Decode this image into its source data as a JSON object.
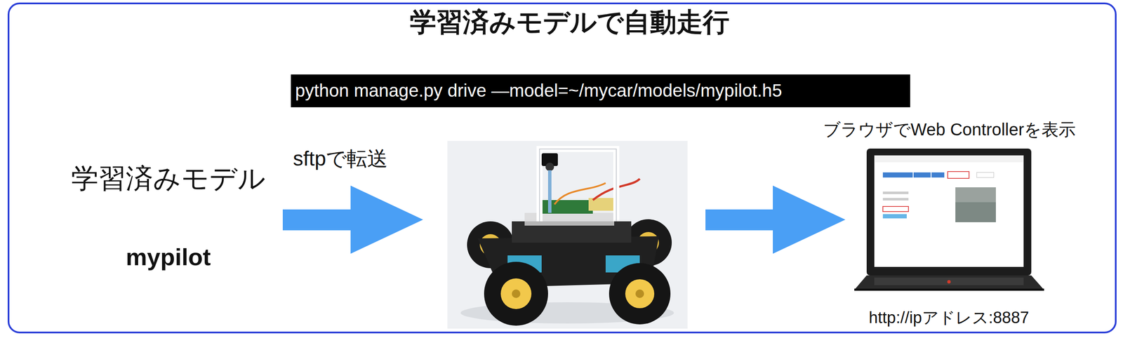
{
  "diagram": {
    "title": "学習済みモデルで自動走行",
    "nodes": [
      {
        "text": [
          "python manage.py drive —model=~/mycar/models/mypilot.h5"
        ]
      }
    ],
    "labels": [
      "学習済みモデル",
      "mypilot",
      "sftpで転送",
      "ブラウザでWeb Controllerを表示",
      "http://ipアドレス:8887"
    ]
  }
}
